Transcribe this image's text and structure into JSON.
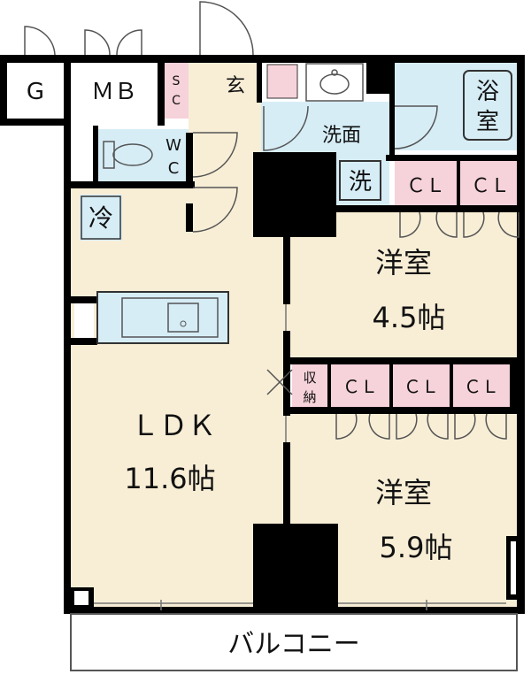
{
  "rooms": {
    "ldk": {
      "name": "ＬＤＫ",
      "size": "11.6帖"
    },
    "western1": {
      "name": "洋室",
      "size": "4.5帖"
    },
    "western2": {
      "name": "洋室",
      "size": "5.9帖"
    },
    "balcony": "バルコニー",
    "bath": "浴",
    "bath2": "室",
    "washroom": "洗面",
    "washer": "洗",
    "entrance": "玄",
    "fridge": "冷",
    "garden": "G",
    "meterbox": "ＭＢ",
    "sc1": "S",
    "sc2": "C",
    "wc1": "W",
    "wc2": "C",
    "storage1": "収",
    "storage2": "納",
    "closets": [
      "ＣＬ",
      "ＣＬ",
      "ＣＬ",
      "ＣＬ",
      "ＣＬ"
    ]
  },
  "colors": {
    "floor": "#f8eed6",
    "wet": "#d6edf6",
    "closet": "#f6d2da",
    "wall": "#000000",
    "balcony": "#ffffff"
  }
}
